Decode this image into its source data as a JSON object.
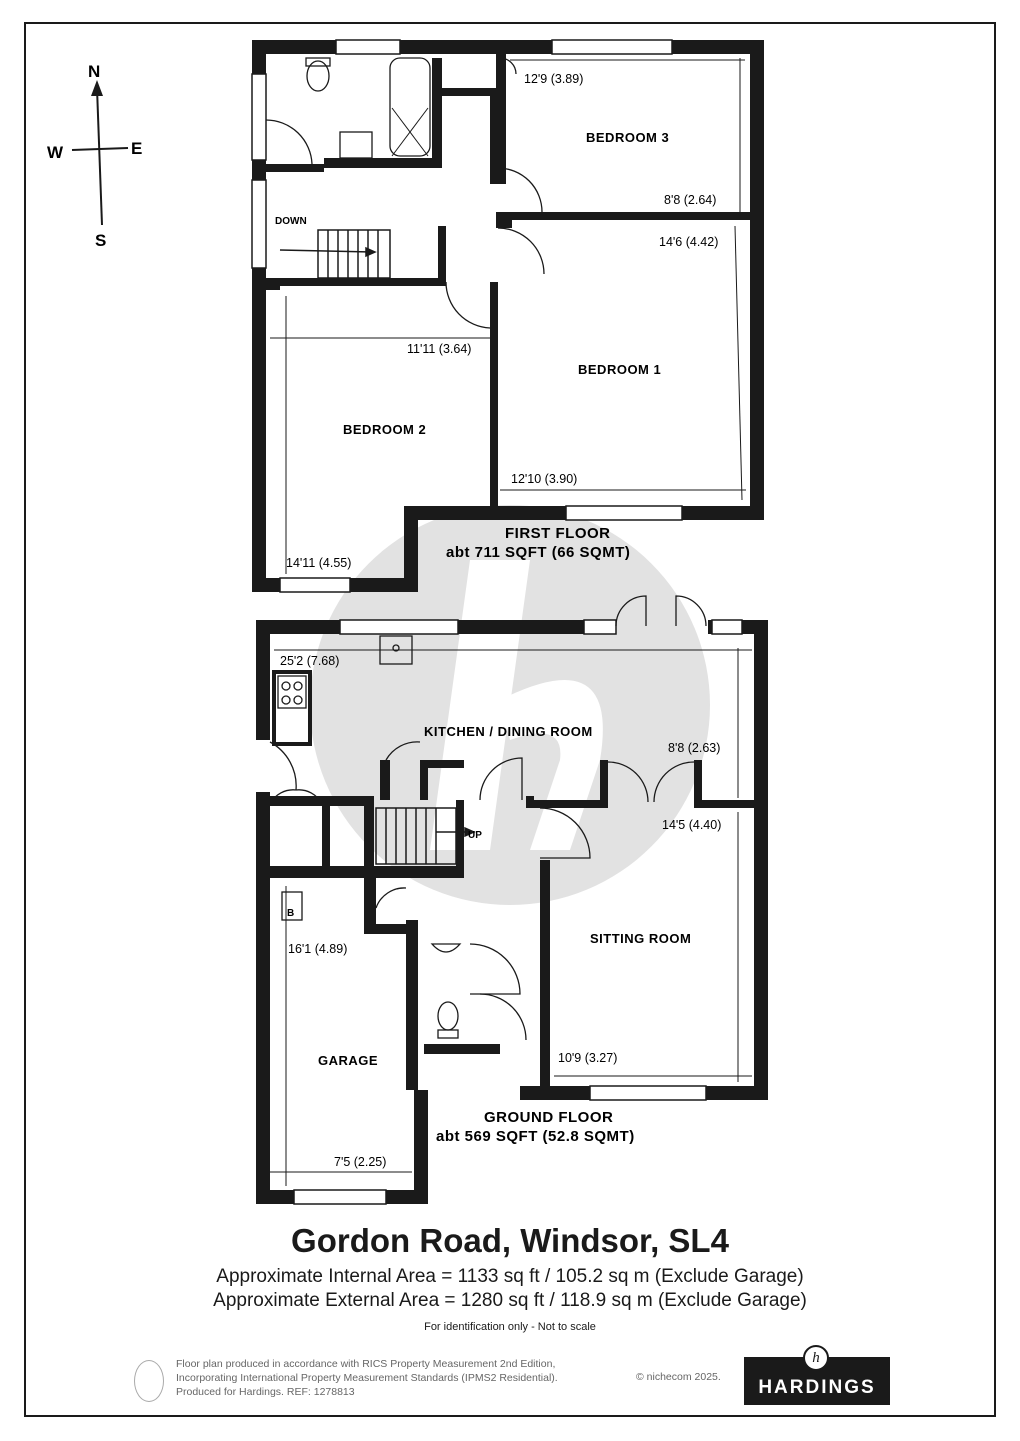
{
  "compass": {
    "north": "N",
    "south": "S",
    "east": "E",
    "west": "W"
  },
  "first_floor": {
    "label": "FIRST FLOOR",
    "area": "abt 711 SQFT (66 SQMT)",
    "down_label": "DOWN",
    "rooms": {
      "bedroom3": {
        "name": "BEDROOM 3",
        "dim_w": "12'9 (3.89)",
        "dim_h": "8'8 (2.64)"
      },
      "bedroom1": {
        "name": "BEDROOM 1",
        "dim_h": "14'6 (4.42)",
        "dim_w": "12'10 (3.90)"
      },
      "bedroom2": {
        "name": "BEDROOM 2",
        "dim_w": "11'11 (3.64)",
        "dim_h": "14'11 (4.55)"
      }
    }
  },
  "ground_floor": {
    "label": "GROUND FLOOR",
    "area": "abt 569 SQFT (52.8 SQMT)",
    "up_label": "UP",
    "boiler_label": "B",
    "rooms": {
      "kitchen": {
        "name": "KITCHEN / DINING ROOM",
        "dim_w": "25'2 (7.68)",
        "dim_h": "8'8 (2.63)"
      },
      "sitting": {
        "name": "SITTING ROOM",
        "dim_h": "14'5 (4.40)",
        "dim_w": "10'9 (3.27)"
      },
      "garage": {
        "name": "GARAGE",
        "dim_h": "16'1 (4.89)",
        "dim_w": "7'5 (2.25)"
      }
    }
  },
  "title": "Gordon Road, Windsor, SL4",
  "internal_area": "Approximate Internal Area = 1133 sq ft / 105.2 sq m (Exclude Garage)",
  "external_area": "Approximate External Area = 1280 sq ft / 118.9 sq m (Exclude Garage)",
  "disclaimer": "For identification only - Not to scale",
  "footer": {
    "line1": "Floor plan produced in accordance with RICS Property Measurement 2nd Edition,",
    "line2": "Incorporating International Property Measurement Standards (IPMS2 Residential).",
    "line3": "Produced for Hardings.   REF:   1278813",
    "copyright": "© nichecom 2025.",
    "logo_text": "HARDINGS",
    "logo_mark": "h"
  },
  "colors": {
    "wall": "#1a1a1a",
    "watermark": "#e2e2e2",
    "window": "#ffffff"
  }
}
